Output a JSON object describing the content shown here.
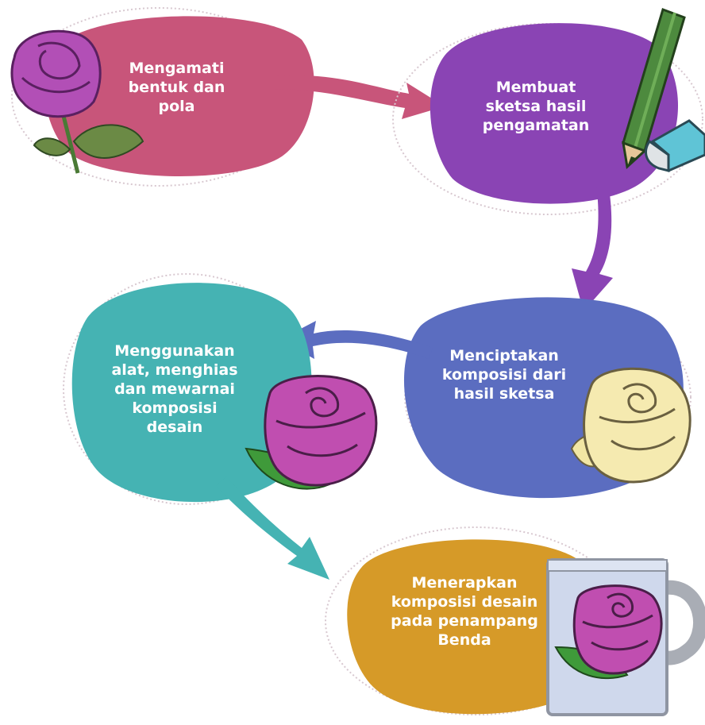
{
  "steps": [
    {
      "text": "Mengamati\nbentuk dan\npola",
      "color": "#c8557a"
    },
    {
      "text": "Membuat\nsketsa hasil\npengamatan",
      "color": "#8a44b4"
    },
    {
      "text": "Menciptakan\nkomposisi dari\nhasil sketsa",
      "color": "#5b6dc0"
    },
    {
      "text": "Menggunakan\nalat, menghias\ndan mewarnai\nkomposisi\ndesain",
      "color": "#45b3b3"
    },
    {
      "text": "Menerapkan\nkomposisi desain\npada penampang\nBenda",
      "color": "#d69a28"
    }
  ],
  "icons": [
    "rose-icon",
    "pencil-icon",
    "eraser-icon",
    "rose-icon",
    "mug-icon"
  ],
  "colors": {
    "rose_pink": "#c04eb0",
    "rose_cream": "#f5eab0",
    "leaf_green": "#3f9a3a",
    "pencil_green": "#4d8a3e"
  }
}
